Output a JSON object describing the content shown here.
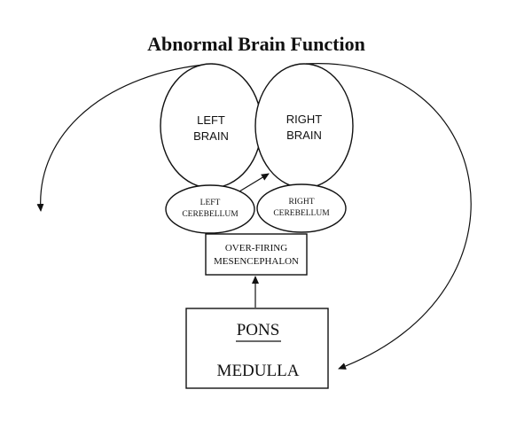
{
  "title": "Abnormal Brain Function",
  "nodes": {
    "left_brain": {
      "line1": "LEFT",
      "line2": "BRAIN"
    },
    "right_brain": {
      "line1": "RIGHT",
      "line2": "BRAIN"
    },
    "left_cerebellum": {
      "line1": "LEFT",
      "line2": "CEREBELLUM"
    },
    "right_cerebellum": {
      "line1": "RIGHT",
      "line2": "CEREBELLUM"
    },
    "mesencephalon": {
      "line1": "OVER-FIRING",
      "line2": "MESENCEPHALON"
    },
    "brainstem": {
      "pons": "PONS",
      "medulla": "MEDULLA"
    }
  },
  "colors": {
    "ink": "#111111",
    "background": "#ffffff"
  }
}
